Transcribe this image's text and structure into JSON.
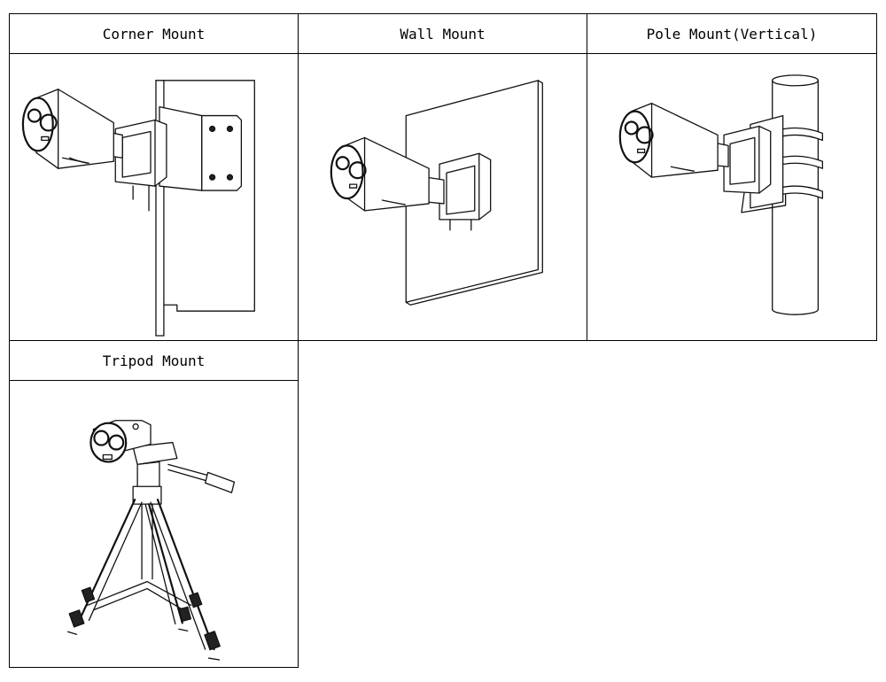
{
  "table": {
    "cells": [
      {
        "title": "Corner Mount"
      },
      {
        "title": "Wall Mount"
      },
      {
        "title": "Pole Mount(Vertical)"
      },
      {
        "title": "Tripod Mount"
      }
    ]
  }
}
